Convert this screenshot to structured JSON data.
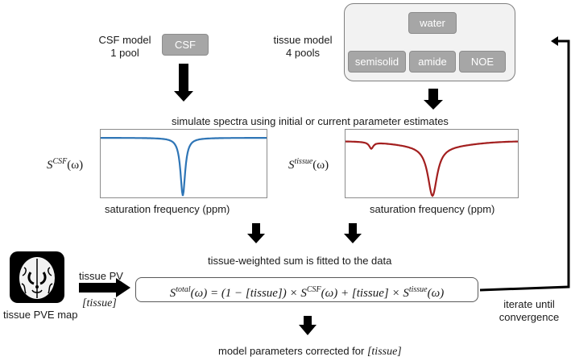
{
  "csf_model": {
    "title_line1": "CSF model",
    "title_line2": "1 pool",
    "pool": "CSF"
  },
  "tissue_model": {
    "title_line1": "tissue model",
    "title_line2": "4 pools",
    "pools": [
      "water",
      "semisolid",
      "amide",
      "NOE"
    ]
  },
  "simulate_text": "simulate spectra using initial or current parameter estimates",
  "spectra": [
    {
      "symbol": "S",
      "superscript": "CSF",
      "arg": "(ω)",
      "xlabel": "saturation frequency (ppm)",
      "color": "#2e75b6"
    },
    {
      "symbol": "S",
      "superscript": "tissue",
      "arg": "(ω)",
      "xlabel": "saturation frequency (ppm)",
      "color": "#a31f1f"
    }
  ],
  "fit_text": "tissue-weighted sum is fitted to the data",
  "tissue_pv": {
    "label": "tissue PV",
    "symbol": "[tissue]",
    "map_caption": "tissue PVE map"
  },
  "equation": {
    "lhs_sym": "S",
    "lhs_sup": "total",
    "lhs_arg": "(ω) = (1 − [tissue]) × ",
    "t1_sym": "S",
    "t1_sup": "CSF",
    "t1_arg": "(ω) + [tissue] × ",
    "t2_sym": "S",
    "t2_sup": "tissue",
    "t2_arg": "(ω)"
  },
  "iterate": {
    "line1": "iterate until",
    "line2": "convergence"
  },
  "result_prefix": "model parameters corrected for ",
  "result_symbol": "[tissue]"
}
